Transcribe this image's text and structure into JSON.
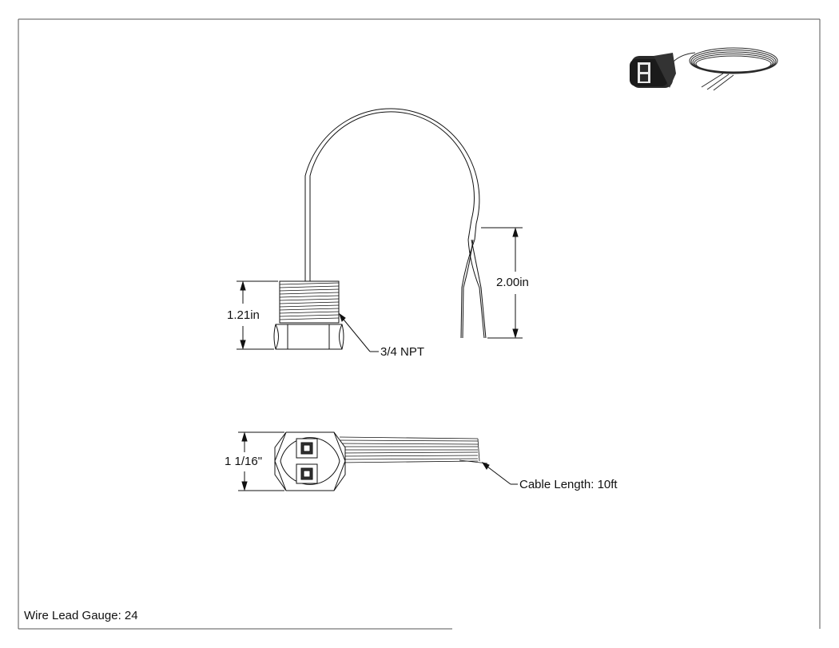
{
  "dimensions": {
    "thread_height": "1.21in",
    "wire_lead_length": "2.00in",
    "hex_width": "1 1/16\""
  },
  "callouts": {
    "thread": "3/4 NPT",
    "cable": "Cable Length: 10ft"
  },
  "notes": {
    "wire_gauge": "Wire Lead Gauge: 24"
  },
  "colors": {
    "line": "#111111",
    "border": "#555555",
    "thumbnail_body": "#2a2a2a"
  },
  "icons": {
    "thumbnail": "product-photo-icon"
  }
}
